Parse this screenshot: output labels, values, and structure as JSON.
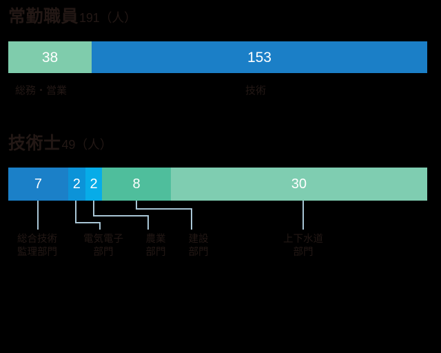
{
  "page": {
    "background_color": "#000000",
    "text_color": "#231815",
    "leader_line_color": "#A9C6D6"
  },
  "chart_data": [
    {
      "type": "bar",
      "orientation": "horizontal-stacked",
      "title": "常勤職員",
      "title_suffix": "191（人）",
      "total": 191,
      "unit": "人",
      "categories": [
        "総務・営業",
        "技術"
      ],
      "values": [
        38,
        153
      ],
      "colors": [
        "#7FCCAC",
        "#1B7FC7"
      ],
      "value_labels": [
        "38",
        "153"
      ],
      "xlabel": "",
      "ylabel": "",
      "legend_position": "below-bar"
    },
    {
      "type": "bar",
      "orientation": "horizontal-stacked",
      "title": "技術士",
      "title_suffix": "49（人）",
      "total": 49,
      "unit": "人",
      "categories": [
        "総合技術監理部門",
        "電気電子部門",
        "農業部門",
        "建設部門",
        "上下水道部門"
      ],
      "values": [
        7,
        2,
        2,
        8,
        30
      ],
      "colors": [
        "#1B80C8",
        "#0C93D8",
        "#07ACE8",
        "#4FBE9C",
        "#7FCDB1"
      ],
      "value_labels": [
        "7",
        "2",
        "2",
        "8",
        "30"
      ],
      "xlabel": "",
      "ylabel": "",
      "legend_position": "below-with-leader-lines"
    }
  ],
  "staff_chart": {
    "title_main": "常勤職員",
    "title_sub": "191（人）",
    "segments": [
      {
        "label": "総務・営業",
        "value_label": "38",
        "value": 38,
        "color": "#7FCCAC"
      },
      {
        "label": "技術",
        "value_label": "153",
        "value": 153,
        "color": "#1B7FC7"
      }
    ],
    "captions": {
      "soumu": "総務・営業",
      "gijutsu": "技術"
    }
  },
  "engineer_chart": {
    "title_main": "技術士",
    "title_sub": "49（人）",
    "segments": [
      {
        "value_label": "7",
        "value": 7,
        "color": "#1B80C8"
      },
      {
        "value_label": "2",
        "value": 2,
        "color": "#0C93D8"
      },
      {
        "value_label": "2",
        "value": 2,
        "color": "#07ACE8"
      },
      {
        "value_label": "8",
        "value": 8,
        "color": "#4FBE9C"
      },
      {
        "value_label": "30",
        "value": 30,
        "color": "#7FCDB1"
      }
    ],
    "category_labels": [
      {
        "line1": "総合技術",
        "line2": "監理部門"
      },
      {
        "line1": "電気電子",
        "line2": "部門"
      },
      {
        "line1": "農業",
        "line2": "部門"
      },
      {
        "line1": "建設",
        "line2": "部門"
      },
      {
        "line1": "上下水道",
        "line2": "部門"
      }
    ]
  }
}
